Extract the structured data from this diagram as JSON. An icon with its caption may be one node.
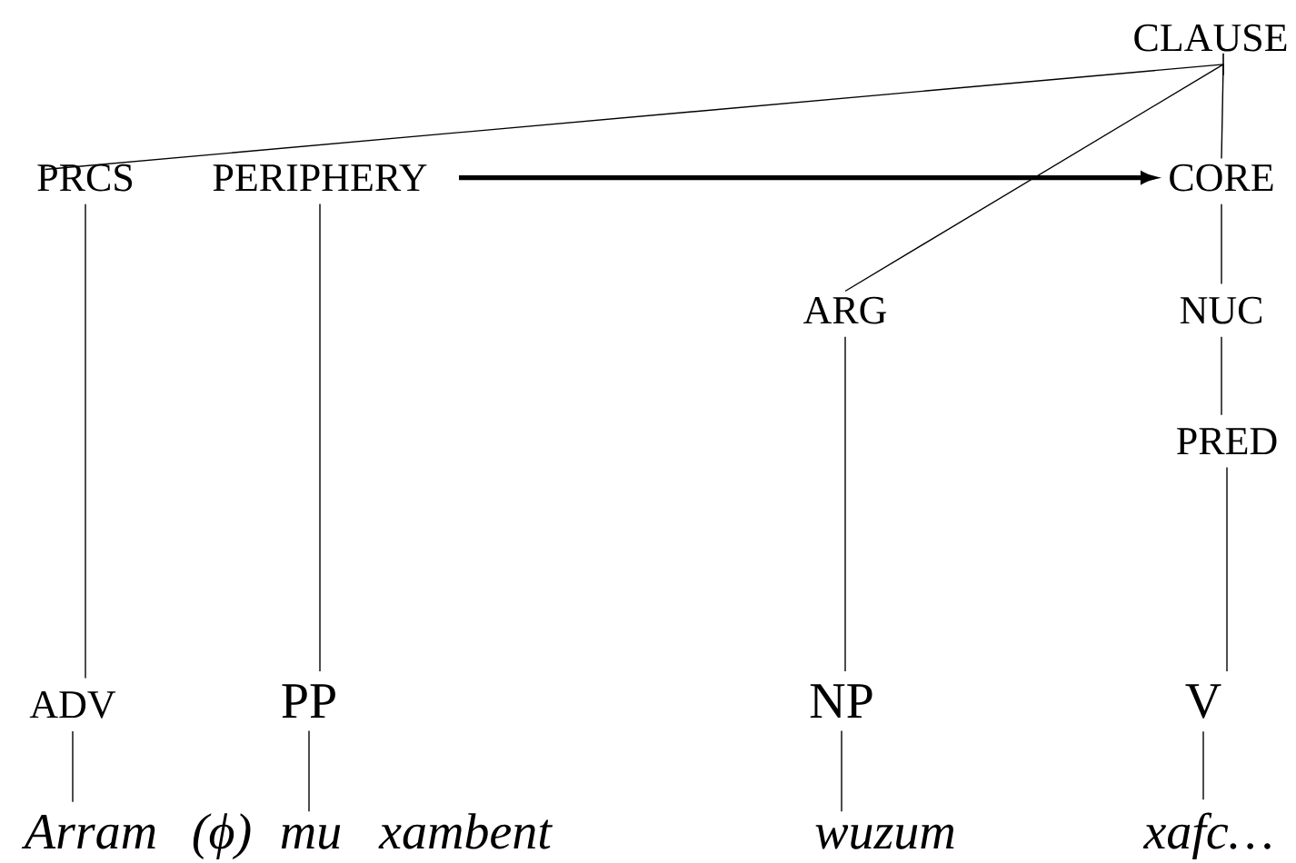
{
  "diagram": {
    "nodes": [
      {
        "text": [
          "CLAUSE"
        ]
      },
      {
        "text": [
          "PRCS"
        ]
      },
      {
        "text": [
          "PERIPHERY"
        ]
      },
      {
        "text": [
          "CORE"
        ]
      },
      {
        "text": [
          "ARG"
        ]
      },
      {
        "text": [
          "NUC"
        ]
      },
      {
        "text": [
          "PRED"
        ]
      },
      {
        "text": [
          "ADV"
        ]
      },
      {
        "text": [
          "PP"
        ]
      },
      {
        "text": [
          "NP"
        ]
      },
      {
        "text": [
          "V"
        ]
      },
      {
        "text": [
          "Arram"
        ]
      },
      {
        "text": [
          "(ϕ)"
        ]
      },
      {
        "text": [
          "mu"
        ]
      },
      {
        "text": [
          "xambent"
        ]
      },
      {
        "text": [
          "wuzum"
        ]
      },
      {
        "text": [
          "xafc…"
        ]
      }
    ],
    "edges": [
      {
        "from": 0,
        "to": 1,
        "arrow": "none"
      },
      {
        "from": 0,
        "to": 3,
        "arrow": "none"
      },
      {
        "from": 0,
        "to": 4,
        "arrow": "none"
      },
      {
        "from": 2,
        "to": 3,
        "arrow": "to",
        "style": "thick"
      },
      {
        "from": 1,
        "to": 7,
        "arrow": "none"
      },
      {
        "from": 2,
        "to": 8,
        "arrow": "none"
      },
      {
        "from": 3,
        "to": 5,
        "arrow": "none"
      },
      {
        "from": 5,
        "to": 6,
        "arrow": "none"
      },
      {
        "from": 4,
        "to": 9,
        "arrow": "none"
      },
      {
        "from": 6,
        "to": 10,
        "arrow": "none"
      },
      {
        "from": 7,
        "to": 11,
        "arrow": "none"
      },
      {
        "from": 8,
        "to": 13,
        "arrow": "none"
      },
      {
        "from": 9,
        "to": 15,
        "arrow": "none"
      },
      {
        "from": 10,
        "to": 16,
        "arrow": "none"
      }
    ]
  }
}
